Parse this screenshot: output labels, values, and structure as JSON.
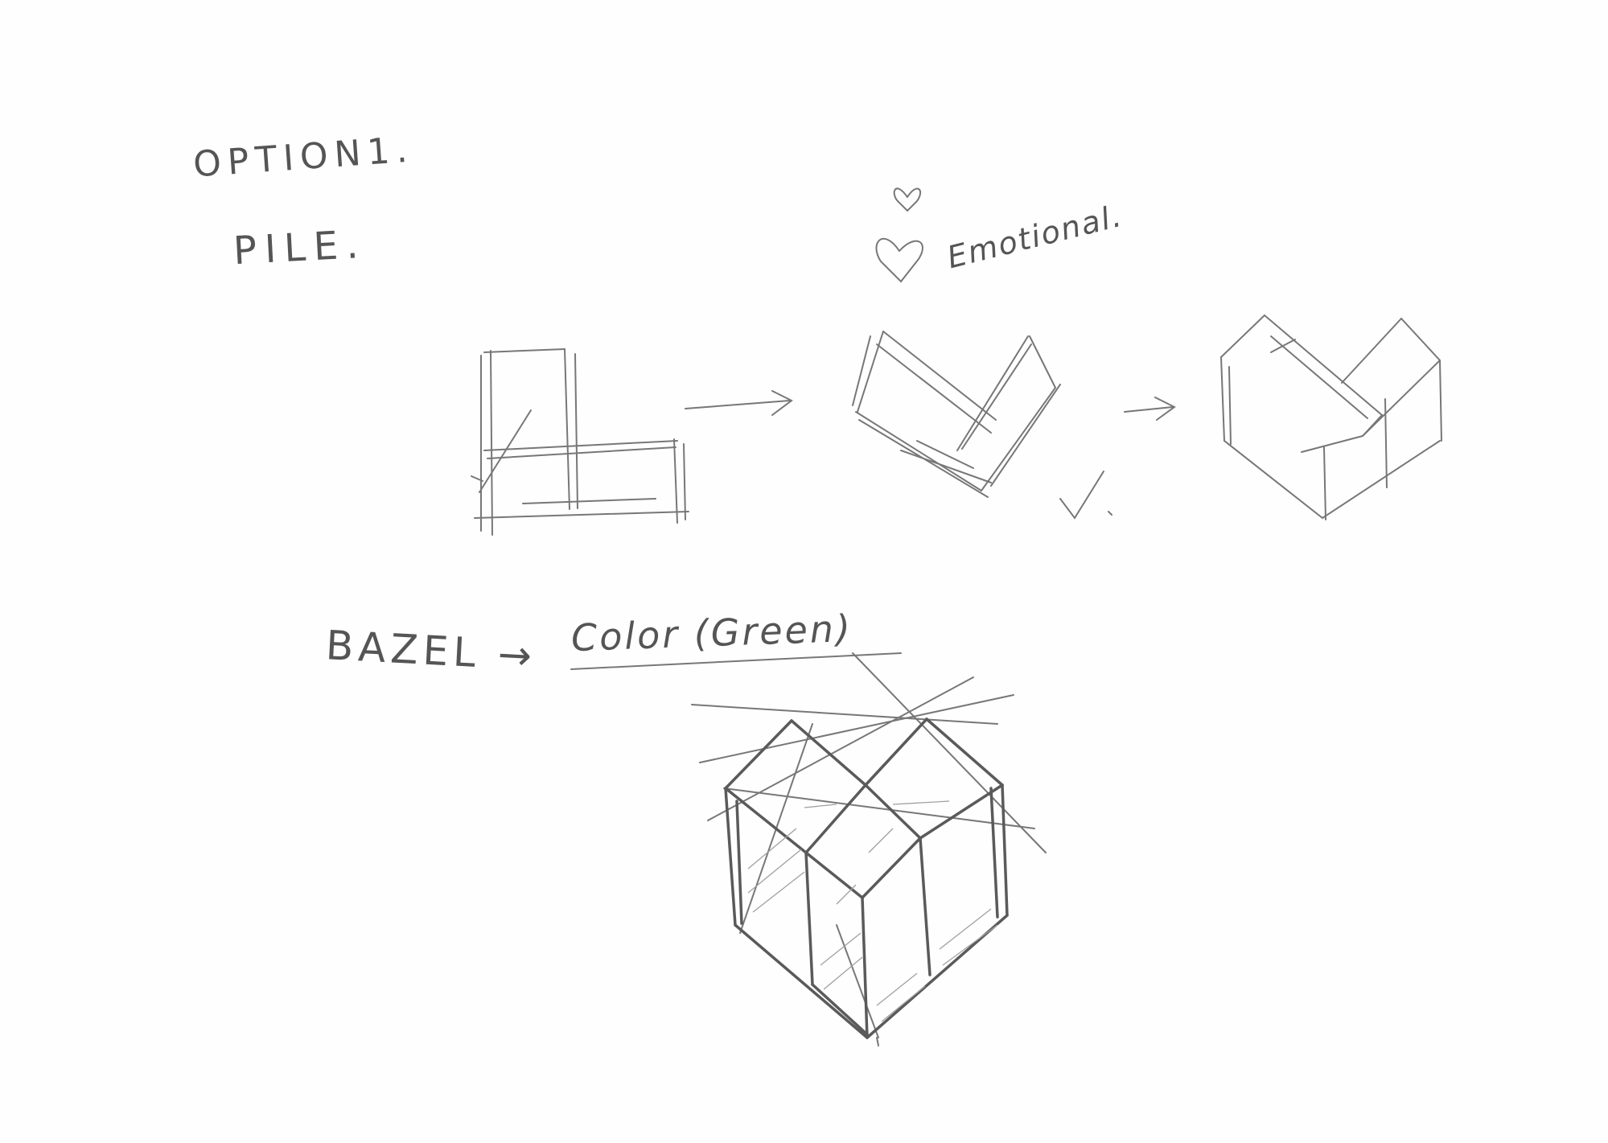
{
  "notes": {
    "option": "OPTION1.",
    "pile": "PILE.",
    "emotional": "Emotional.",
    "bazel": "BAZEL →",
    "color": "Color (Green)"
  },
  "colors": {
    "paper": "#fefefe",
    "pencil": "#777777",
    "pencil_dark": "#5a5a5a"
  }
}
